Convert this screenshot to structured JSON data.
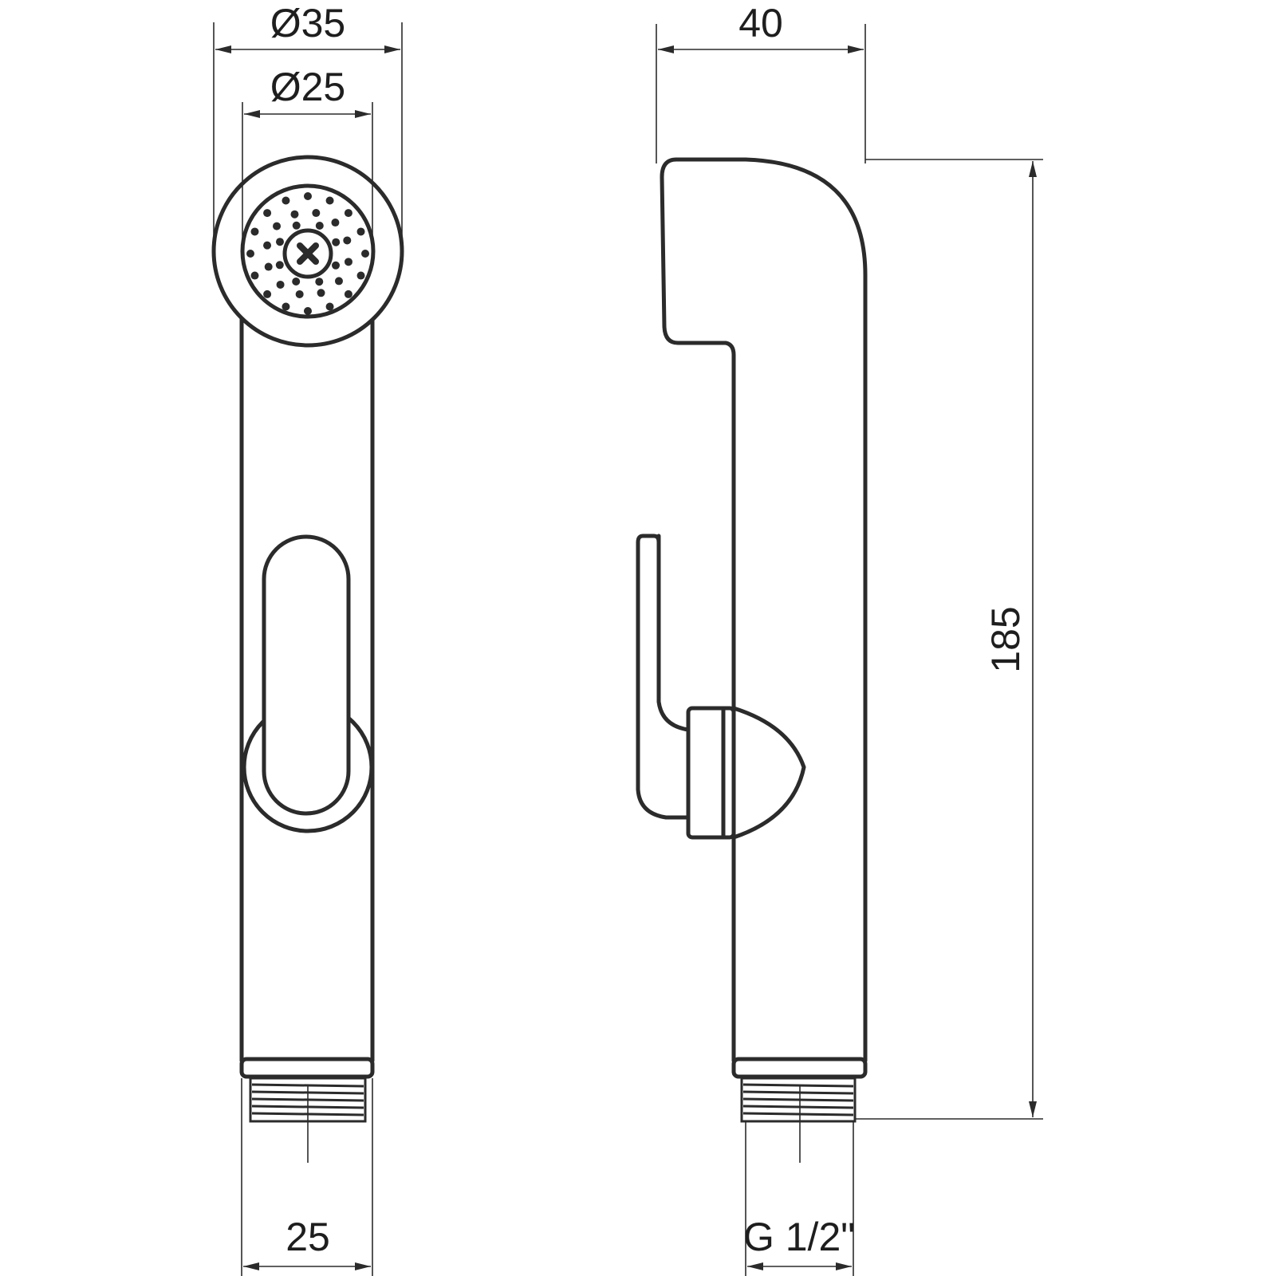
{
  "dimensions": {
    "outer_diameter": "Ø35",
    "inner_diameter": "Ø25",
    "width_side": "40",
    "height": "185",
    "base_width": "25",
    "thread": "G 1/2\""
  },
  "colors": {
    "line": "#2b2b2b",
    "background": "#ffffff"
  }
}
